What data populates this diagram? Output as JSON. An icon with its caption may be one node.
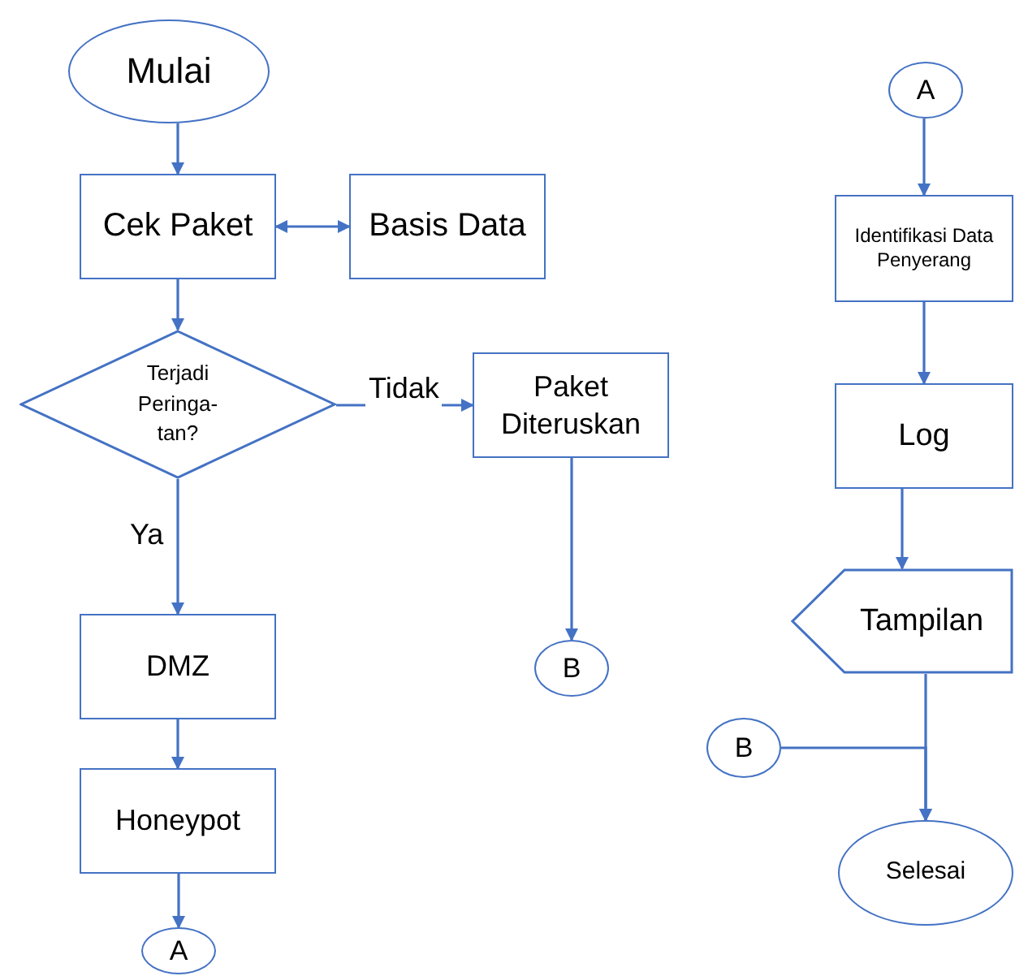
{
  "diagram": {
    "nodes": [
      {
        "text": [
          "Mulai"
        ]
      },
      {
        "text": [
          "Cek Paket"
        ]
      },
      {
        "text": [
          "Basis Data"
        ]
      },
      {
        "text": [
          "Terjadi Peringa- tan?"
        ]
      },
      {
        "text": [
          "Paket Diteruskan"
        ]
      },
      {
        "text": [
          "DMZ"
        ]
      },
      {
        "text": [
          "Honeypot"
        ]
      },
      {
        "text": [
          "A"
        ]
      },
      {
        "text": [
          "B"
        ]
      },
      {
        "text": [
          "A"
        ]
      },
      {
        "text": [
          "Identifikasi Data Penyerang"
        ]
      },
      {
        "text": [
          "Log"
        ]
      },
      {
        "text": [
          "Tampilan"
        ]
      },
      {
        "text": [
          "B"
        ]
      },
      {
        "text": [
          "Selesai"
        ]
      }
    ],
    "edges": [
      {
        "from": 0,
        "to": 1,
        "arrow": "to"
      },
      {
        "from": 1,
        "to": 2,
        "arrow": "both"
      },
      {
        "from": 1,
        "to": 3,
        "arrow": "to"
      },
      {
        "from": 3,
        "to": 4,
        "arrow": "to",
        "label": "Tidak"
      },
      {
        "from": 3,
        "to": 5,
        "arrow": "to",
        "label": "Ya"
      },
      {
        "from": 5,
        "to": 6,
        "arrow": "to"
      },
      {
        "from": 6,
        "to": 7,
        "arrow": "to"
      },
      {
        "from": 4,
        "to": 8,
        "arrow": "to"
      },
      {
        "from": 9,
        "to": 10,
        "arrow": "to"
      },
      {
        "from": 10,
        "to": 11,
        "arrow": "to"
      },
      {
        "from": 11,
        "to": 12,
        "arrow": "to"
      },
      {
        "from": 12,
        "to": 14,
        "arrow": "to"
      },
      {
        "from": 13,
        "to": 14,
        "arrow": "to"
      }
    ]
  }
}
